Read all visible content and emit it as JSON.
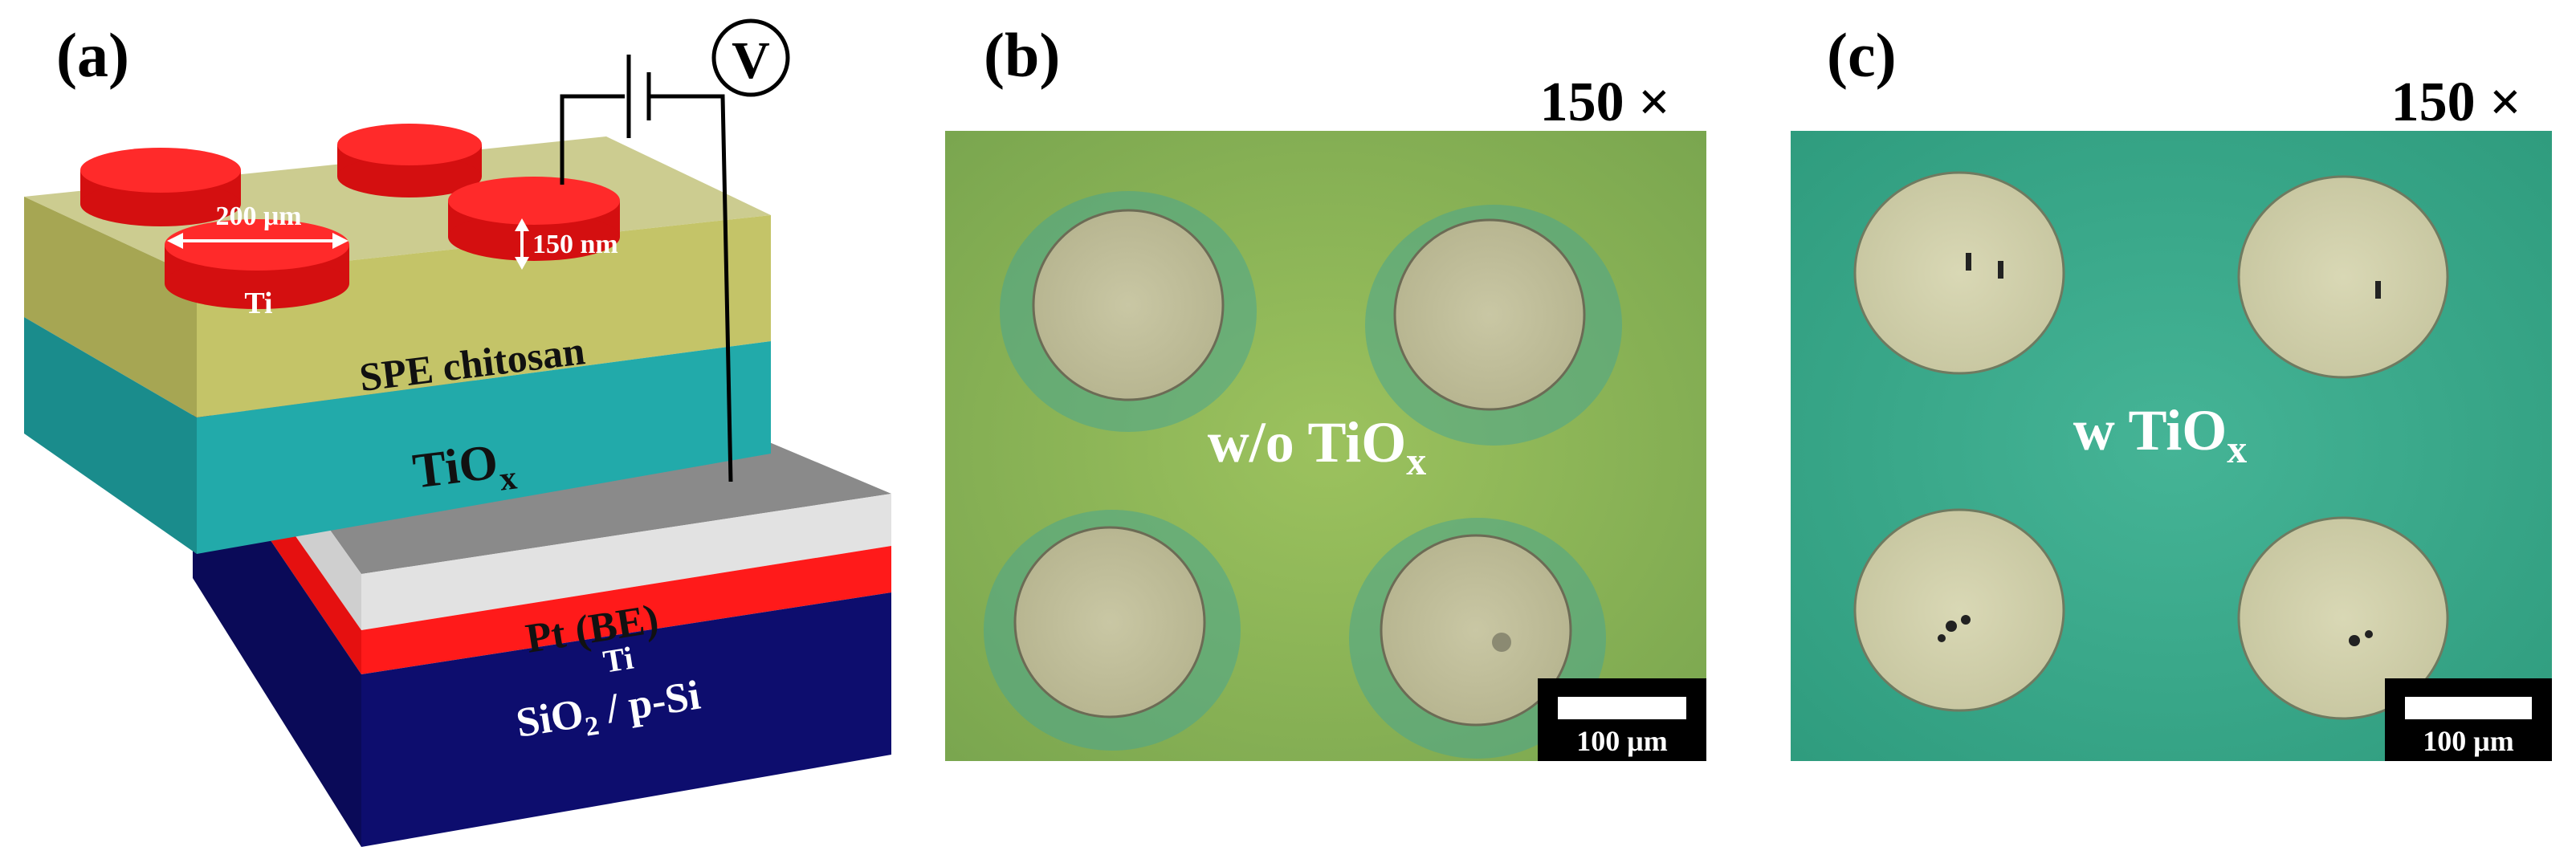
{
  "panel_a": {
    "label": "(a)",
    "voltmeter": "V",
    "dim_diameter": "200 μm",
    "dim_height": "150 nm",
    "electrode": "Ti",
    "layers": {
      "spe": "SPE chitosan",
      "tiox_main": "TiO",
      "tiox_sub": "x",
      "pt": "Pt (BE)",
      "ti": "Ti",
      "sio2_main": "SiO",
      "sio2_sub": "2",
      "psi": " / p-Si"
    },
    "colors": {
      "electrode": "#e8191a",
      "spe": "#b8b840",
      "tiox": "#22aaaa",
      "pt": "#8c8c8c",
      "ti_layer": "#ff1a1a",
      "substrate": "#0d0d6e"
    }
  },
  "panel_b": {
    "label": "(b)",
    "magnification": "150 ×",
    "caption_main": "w/o TiO",
    "caption_sub": "x",
    "scalebar": "100 μm",
    "background": "#8bb55a"
  },
  "panel_c": {
    "label": "(c)",
    "magnification": "150 ×",
    "caption_main": "w TiO",
    "caption_sub": "x",
    "scalebar": "100 μm",
    "background": "#3aa989"
  }
}
